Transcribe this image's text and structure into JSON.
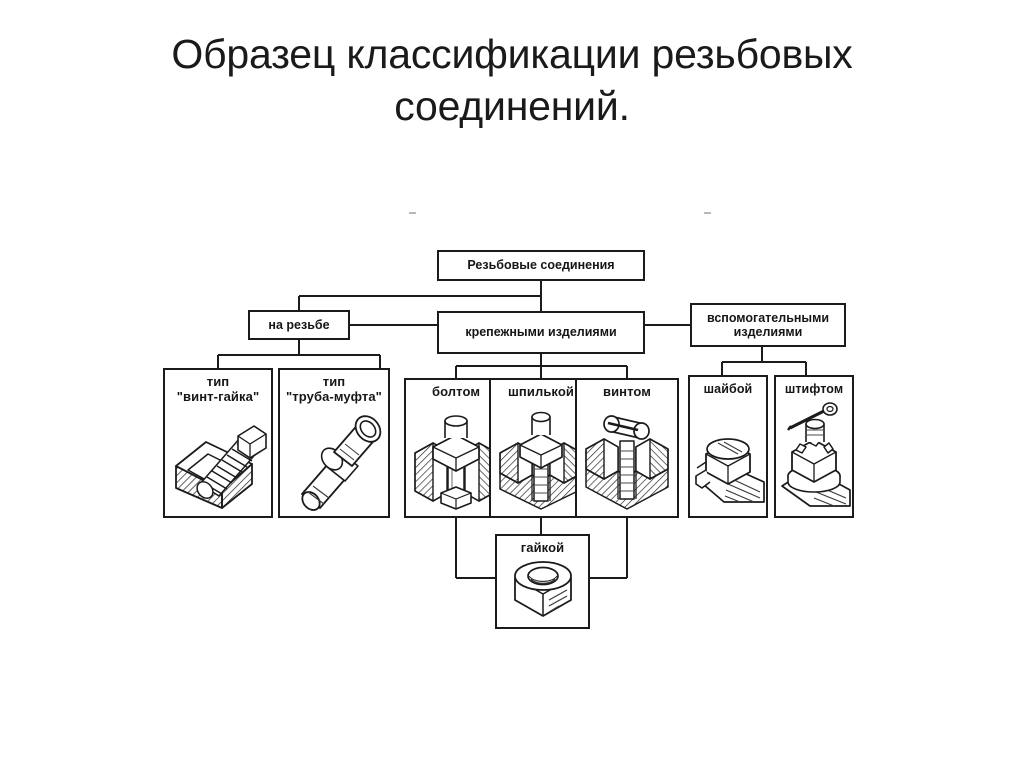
{
  "title": {
    "line1": "Образец классификации резьбовых",
    "line2": "соединений."
  },
  "diagram": {
    "root": {
      "label": "Резьбовые соединения"
    },
    "level2": [
      {
        "id": "na-rezbe",
        "label": "на резьбе"
      },
      {
        "id": "krepezh",
        "label": "крепежными изделиями"
      },
      {
        "id": "vspomog",
        "label": "вспомогательными\nизделиями"
      }
    ],
    "leaves": [
      {
        "id": "vint-gayka",
        "label": "тип\n\"винт-гайка\"",
        "icon": "screw-in-block-icon"
      },
      {
        "id": "truba-mufta",
        "label": "тип\n\"труба-муфта\"",
        "icon": "pipe-coupling-icon"
      },
      {
        "id": "boltom",
        "label": "болтом",
        "icon": "bolt-joint-icon"
      },
      {
        "id": "shpilkoy",
        "label": "шпилькой",
        "icon": "stud-joint-icon"
      },
      {
        "id": "vintom",
        "label": "винтом",
        "icon": "screw-joint-icon"
      },
      {
        "id": "shayboy",
        "label": "шайбой",
        "icon": "washer-nut-icon"
      },
      {
        "id": "shtiftom",
        "label": "штифтом",
        "icon": "cotter-pin-nut-icon"
      }
    ],
    "bottom": {
      "id": "gaykoy",
      "label": "гайкой",
      "icon": "hex-nut-icon"
    },
    "colors": {
      "stroke": "#1b1b1b",
      "fill": "#ffffff",
      "text": "#161616",
      "background": "#ffffff",
      "shading": "#3a3a3a"
    }
  }
}
